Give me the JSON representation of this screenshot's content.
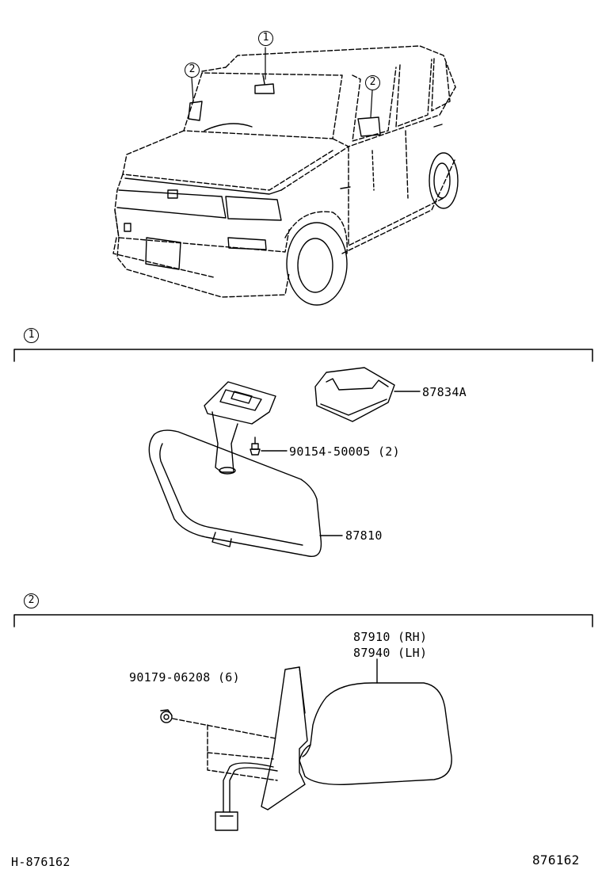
{
  "callouts": {
    "mirror_inner": "1",
    "mirror_outer": "2"
  },
  "sections": [
    {
      "marker": "1"
    },
    {
      "marker": "2"
    }
  ],
  "parts": {
    "cover": "87834A",
    "screw": "90154-50005 (2)",
    "inner_mirror": "87810",
    "outer_mirror_rh": "87910 (RH)",
    "outer_mirror_lh": "87940 (LH)",
    "nut": "90179-06208 (6)"
  },
  "footer": {
    "left_code": "H-876162",
    "right_code": "876162"
  },
  "colors": {
    "ink": "#000000",
    "paper": "#ffffff"
  }
}
